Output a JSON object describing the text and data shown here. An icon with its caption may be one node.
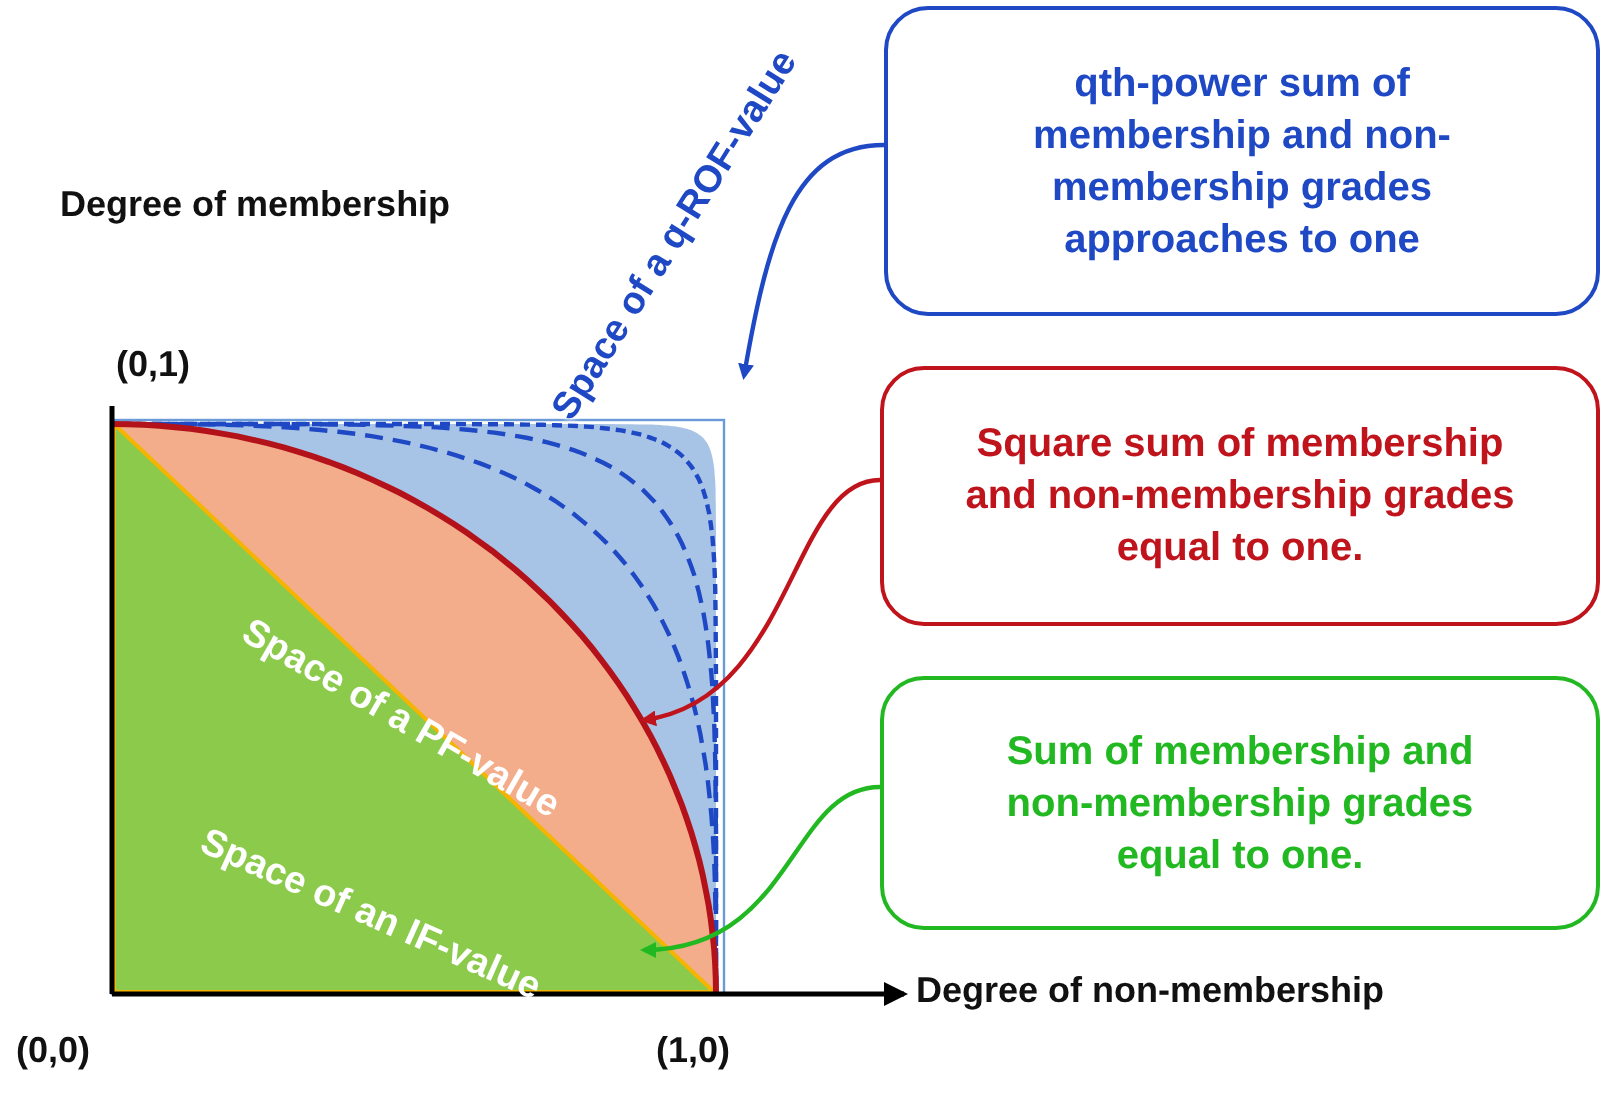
{
  "diagram": {
    "nodes": [
      {
        "text": [
          "qth-power sum of membership and non-membership grades approaches to one"
        ]
      },
      {
        "text": [
          "Square sum of membership and non-membership grades equal to one."
        ]
      },
      {
        "text": [
          "Sum of membership and non-membership grades equal to one."
        ]
      },
      {
        "text": [
          "Space of a q-ROF-value"
        ]
      }
    ],
    "edges": [
      {
        "from": 0,
        "to": 3,
        "arrow": "to",
        "color": "#1f48c4"
      },
      {
        "from": 1,
        "to": null,
        "arrow": "to",
        "color": "#c0141c"
      },
      {
        "from": 2,
        "to": null,
        "arrow": "to",
        "color": "#22b822"
      }
    ],
    "labels": [
      "Degree of membership",
      "(0,1)",
      "Space of a PF-value",
      "Space of an IF-value",
      "Degree of non-membership",
      "(0,0)",
      "(1,0)"
    ]
  }
}
